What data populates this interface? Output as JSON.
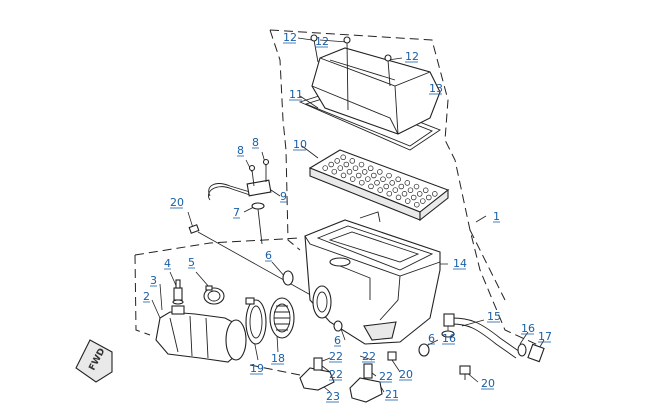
{
  "diagram": {
    "kind": "exploded-parts-view",
    "subject": "air filter box assembly",
    "direction_marker": {
      "text": "FWD",
      "icon": "forward-arrow-icon"
    },
    "callouts": [
      {
        "id": "c1",
        "label": "1"
      },
      {
        "id": "c2",
        "label": "2"
      },
      {
        "id": "c3",
        "label": "3"
      },
      {
        "id": "c4",
        "label": "4"
      },
      {
        "id": "c5",
        "label": "5"
      },
      {
        "id": "c6a",
        "label": "6"
      },
      {
        "id": "c6b",
        "label": "6"
      },
      {
        "id": "c6c",
        "label": "6"
      },
      {
        "id": "c7",
        "label": "7"
      },
      {
        "id": "c8a",
        "label": "8"
      },
      {
        "id": "c8b",
        "label": "8"
      },
      {
        "id": "c9",
        "label": "9"
      },
      {
        "id": "c10",
        "label": "10"
      },
      {
        "id": "c11",
        "label": "11"
      },
      {
        "id": "c12a",
        "label": "12"
      },
      {
        "id": "c12b",
        "label": "12"
      },
      {
        "id": "c12c",
        "label": "12"
      },
      {
        "id": "c13",
        "label": "13"
      },
      {
        "id": "c14",
        "label": "14"
      },
      {
        "id": "c15",
        "label": "15"
      },
      {
        "id": "c16a",
        "label": "16"
      },
      {
        "id": "c16b",
        "label": "16"
      },
      {
        "id": "c17",
        "label": "17"
      },
      {
        "id": "c18",
        "label": "18"
      },
      {
        "id": "c19",
        "label": "19"
      },
      {
        "id": "c20a",
        "label": "20"
      },
      {
        "id": "c20b",
        "label": "20"
      },
      {
        "id": "c20c",
        "label": "20"
      },
      {
        "id": "c21",
        "label": "21"
      },
      {
        "id": "c22a",
        "label": "22"
      },
      {
        "id": "c22b",
        "label": "22"
      },
      {
        "id": "c22c",
        "label": "22"
      },
      {
        "id": "c22d",
        "label": "22"
      },
      {
        "id": "c23",
        "label": "23"
      }
    ]
  }
}
